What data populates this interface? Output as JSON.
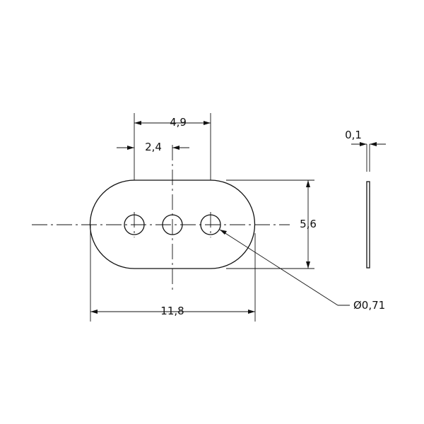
{
  "dimensions": {
    "hole_pitch": "4,9",
    "hole_spacing": "2,4",
    "height": "5,6",
    "overall_length": "11,8",
    "thickness": "0,1",
    "hole_diameter": "Ø0,71"
  },
  "colors": {
    "line": "#111111",
    "background": "#ffffff"
  }
}
